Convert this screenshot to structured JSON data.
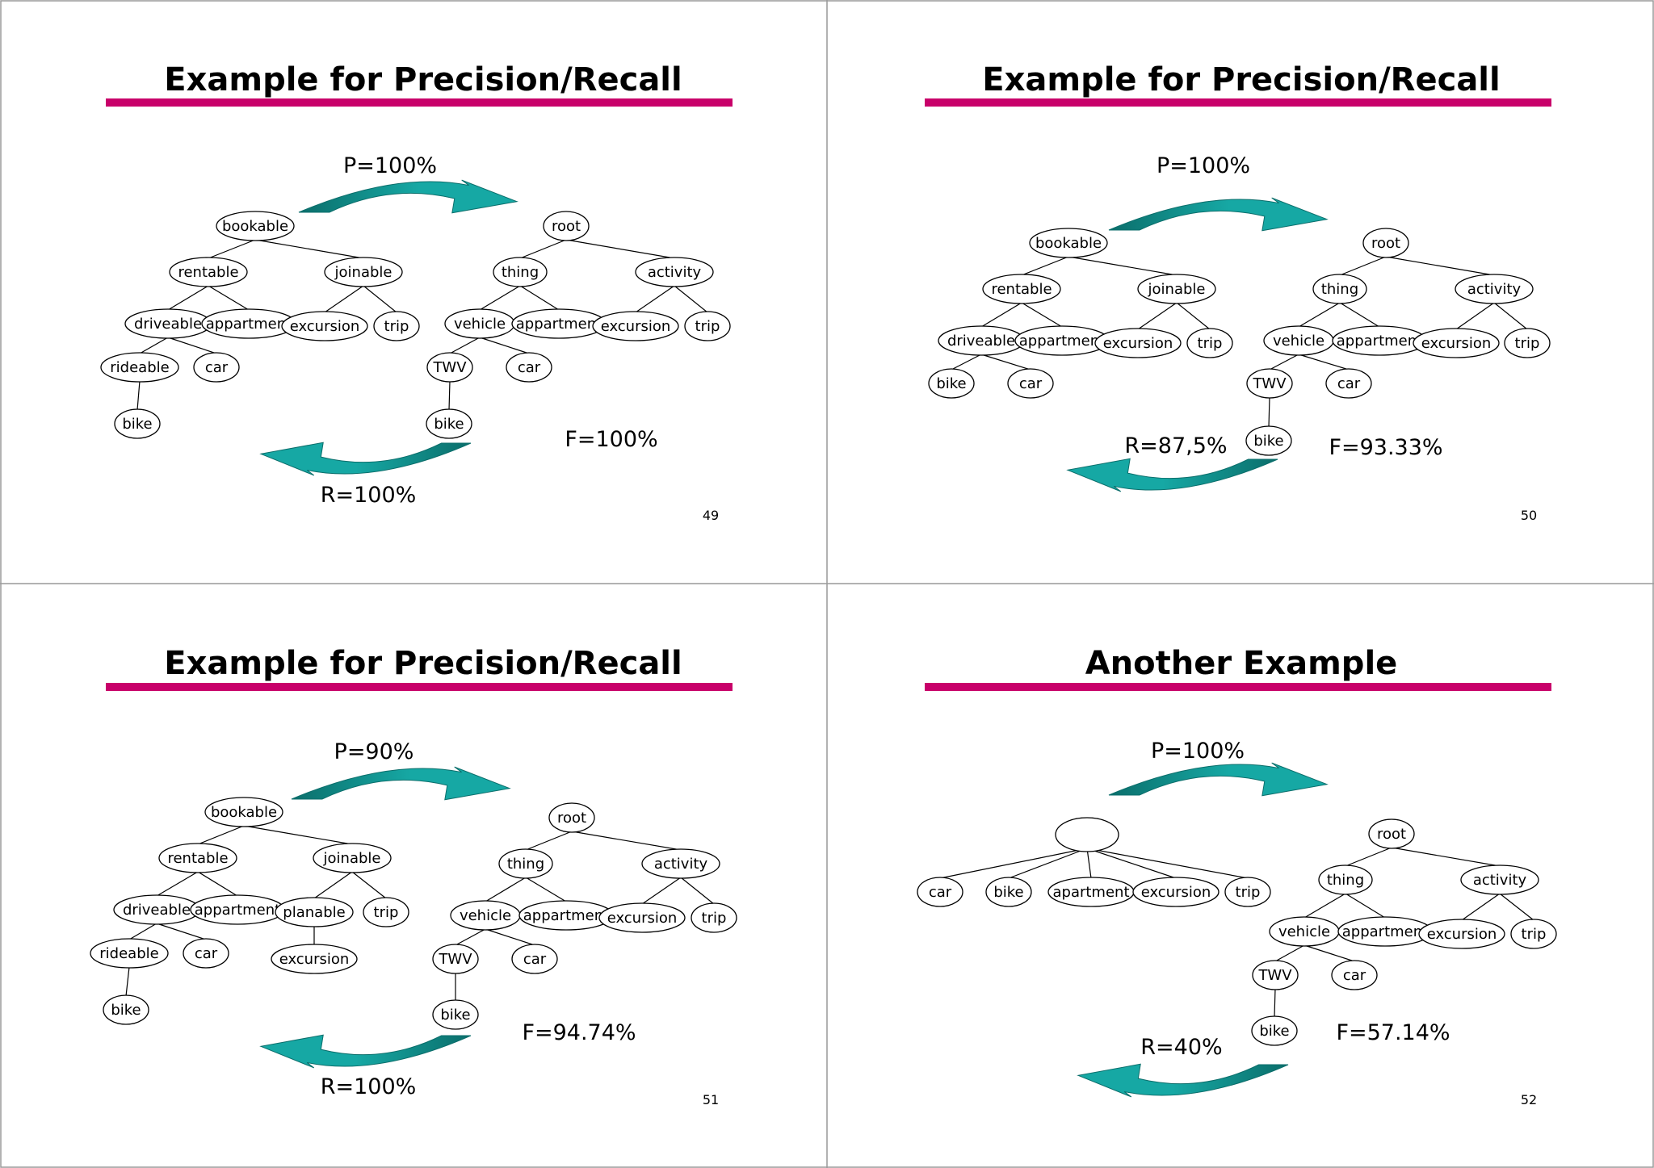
{
  "colors": {
    "title_rule": "#c8006a",
    "arrow_dark": "#0b6e6b",
    "arrow_light": "#16a8a4",
    "divider": "#999999",
    "node_stroke": "#000000"
  },
  "slides": [
    {
      "title": "Example for Precision/Recall",
      "page_number": "49",
      "precision": "P=100%",
      "recall": "R=100%",
      "fmeasure": "F=100%",
      "left_tree": {
        "nodes": [
          "bookable",
          "rentable",
          "joinable",
          "driveable",
          "appartment",
          "excursion",
          "trip",
          "rideable",
          "car",
          "bike"
        ],
        "edges": [
          [
            0,
            1
          ],
          [
            0,
            2
          ],
          [
            1,
            3
          ],
          [
            1,
            4
          ],
          [
            2,
            5
          ],
          [
            2,
            6
          ],
          [
            3,
            7
          ],
          [
            3,
            8
          ],
          [
            7,
            9
          ]
        ]
      },
      "right_tree": {
        "nodes": [
          "root",
          "thing",
          "activity",
          "vehicle",
          "appartment",
          "excursion",
          "trip",
          "TWV",
          "car",
          "bike"
        ],
        "edges": [
          [
            0,
            1
          ],
          [
            0,
            2
          ],
          [
            1,
            3
          ],
          [
            1,
            4
          ],
          [
            2,
            5
          ],
          [
            2,
            6
          ],
          [
            3,
            7
          ],
          [
            3,
            8
          ],
          [
            7,
            9
          ]
        ]
      }
    },
    {
      "title": "Example for Precision/Recall",
      "page_number": "50",
      "precision": "P=100%",
      "recall": "R=87,5%",
      "fmeasure": "F=93.33%",
      "left_tree": {
        "nodes": [
          "bookable",
          "rentable",
          "joinable",
          "driveable",
          "appartment",
          "excursion",
          "trip",
          "bike",
          "car"
        ],
        "edges": [
          [
            0,
            1
          ],
          [
            0,
            2
          ],
          [
            1,
            3
          ],
          [
            1,
            4
          ],
          [
            2,
            5
          ],
          [
            2,
            6
          ],
          [
            3,
            7
          ],
          [
            3,
            8
          ]
        ]
      },
      "right_tree": {
        "nodes": [
          "root",
          "thing",
          "activity",
          "vehicle",
          "appartment",
          "excursion",
          "trip",
          "TWV",
          "car",
          "bike"
        ],
        "edges": [
          [
            0,
            1
          ],
          [
            0,
            2
          ],
          [
            1,
            3
          ],
          [
            1,
            4
          ],
          [
            2,
            5
          ],
          [
            2,
            6
          ],
          [
            3,
            7
          ],
          [
            3,
            8
          ],
          [
            7,
            9
          ]
        ]
      }
    },
    {
      "title": "Example for Precision/Recall",
      "page_number": "51",
      "precision": "P=90%",
      "recall": "R=100%",
      "fmeasure": "F=94.74%",
      "left_tree": {
        "nodes": [
          "bookable",
          "rentable",
          "joinable",
          "driveable",
          "appartment",
          "planable",
          "trip",
          "rideable",
          "car",
          "excursion",
          "bike"
        ],
        "edges": [
          [
            0,
            1
          ],
          [
            0,
            2
          ],
          [
            1,
            3
          ],
          [
            1,
            4
          ],
          [
            2,
            5
          ],
          [
            2,
            6
          ],
          [
            3,
            7
          ],
          [
            3,
            8
          ],
          [
            5,
            9
          ],
          [
            7,
            10
          ]
        ]
      },
      "right_tree": {
        "nodes": [
          "root",
          "thing",
          "activity",
          "vehicle",
          "appartment",
          "excursion",
          "trip",
          "TWV",
          "car",
          "bike"
        ],
        "edges": [
          [
            0,
            1
          ],
          [
            0,
            2
          ],
          [
            1,
            3
          ],
          [
            1,
            4
          ],
          [
            2,
            5
          ],
          [
            2,
            6
          ],
          [
            3,
            7
          ],
          [
            3,
            8
          ],
          [
            7,
            9
          ]
        ]
      }
    },
    {
      "title": "Another Example",
      "page_number": "52",
      "precision": "P=100%",
      "recall": "R=40%",
      "fmeasure": "F=57.14%",
      "left_tree": {
        "nodes": [
          "",
          "car",
          "bike",
          "apartment",
          "excursion",
          "trip"
        ],
        "edges": [
          [
            0,
            1
          ],
          [
            0,
            2
          ],
          [
            0,
            3
          ],
          [
            0,
            4
          ],
          [
            0,
            5
          ]
        ]
      },
      "right_tree": {
        "nodes": [
          "root",
          "thing",
          "activity",
          "vehicle",
          "appartment",
          "excursion",
          "trip",
          "TWV",
          "car",
          "bike"
        ],
        "edges": [
          [
            0,
            1
          ],
          [
            0,
            2
          ],
          [
            1,
            3
          ],
          [
            1,
            4
          ],
          [
            2,
            5
          ],
          [
            2,
            6
          ],
          [
            3,
            7
          ],
          [
            3,
            8
          ],
          [
            7,
            9
          ]
        ]
      }
    }
  ]
}
